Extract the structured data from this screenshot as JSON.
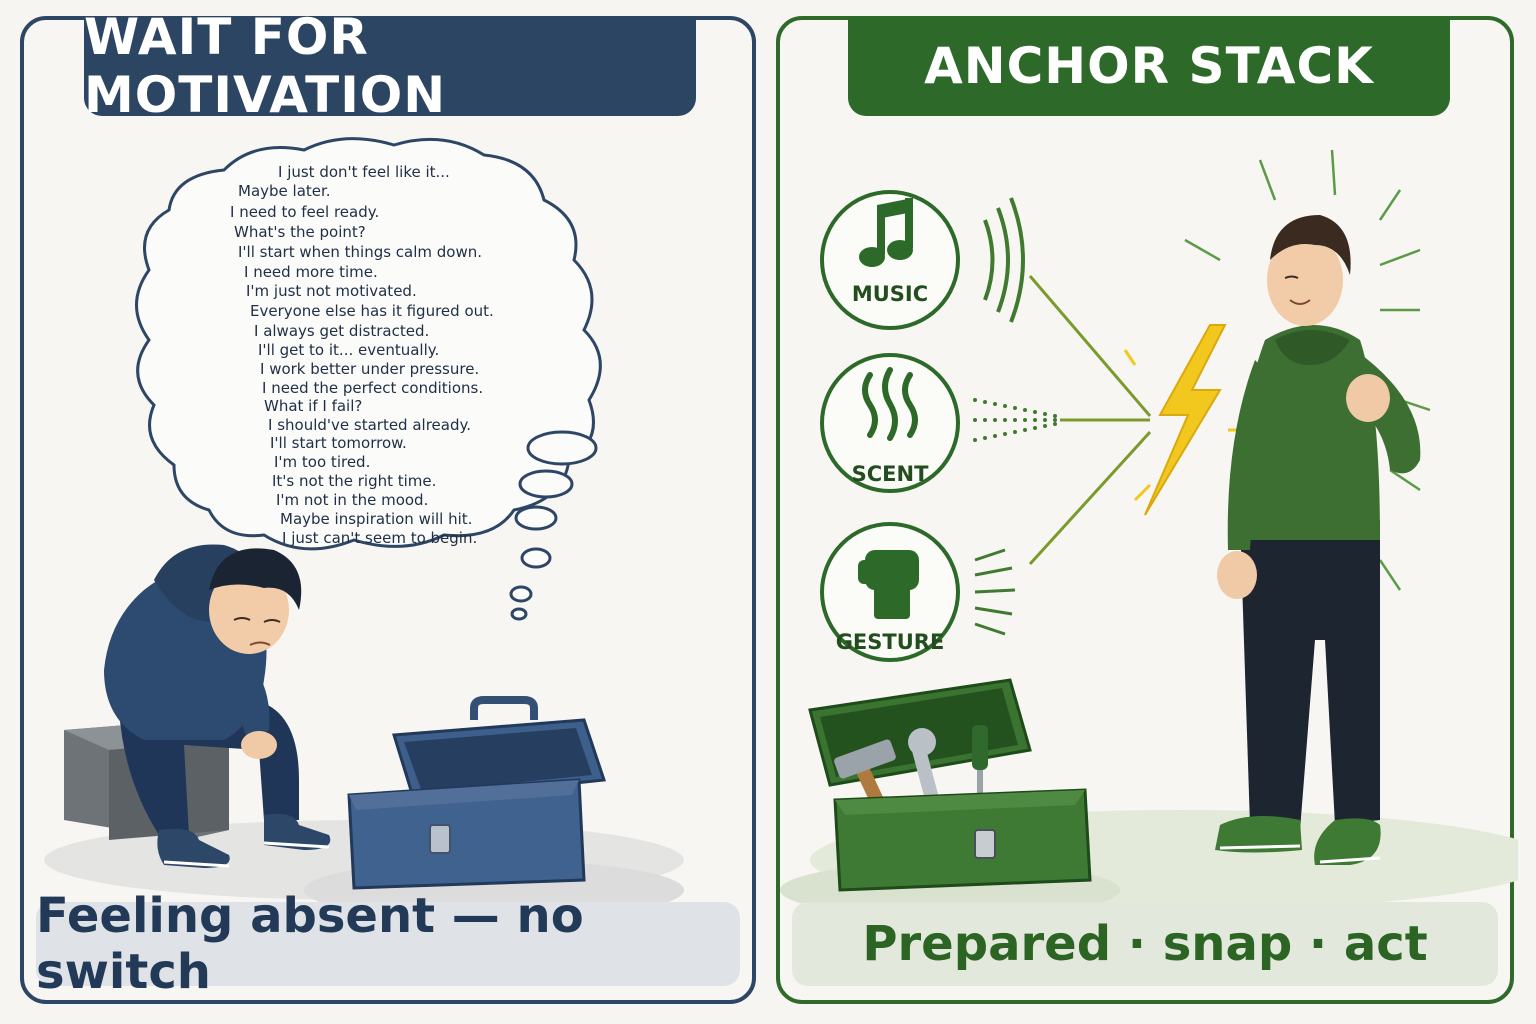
{
  "left": {
    "title": "WAIT FOR MOTIVATION",
    "footer": "Feeling absent — no switch",
    "thoughts": [
      "I just don't feel like it...",
      "Maybe later.",
      "I need to feel ready.",
      "What's the point?",
      "I'll start when things calm down.",
      "I need more time.",
      "I'm just not motivated.",
      "Everyone else has it figured out.",
      "I always get distracted.",
      "I'll get to it... eventually.",
      "I work better under pressure.",
      "I need the perfect conditions.",
      "What if I fail?",
      "I should've started already.",
      "I'll start tomorrow.",
      "I'm too tired.",
      "It's not the right time.",
      "I'm not in the mood.",
      "Maybe inspiration will hit.",
      "I just can't seem to begin."
    ]
  },
  "right": {
    "title": "ANCHOR STACK",
    "footer": "Prepared · snap · act",
    "anchors": [
      {
        "label": "MUSIC",
        "icon": "music-note-icon"
      },
      {
        "label": "SCENT",
        "icon": "scent-waves-icon"
      },
      {
        "label": "GESTURE",
        "icon": "fist-icon"
      }
    ]
  },
  "colors": {
    "left_accent": "#2c4562",
    "right_accent": "#2d6a2a",
    "bolt": "#f2c81f"
  }
}
